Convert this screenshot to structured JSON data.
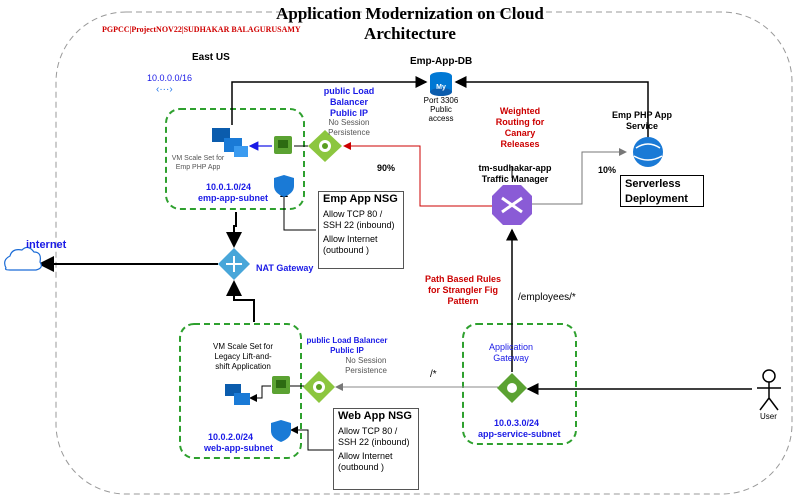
{
  "title": "Application Modernization on Cloud Architecture",
  "author": "PGPCC|ProjectNOV22|SUDHAKAR BALAGURUSAMY",
  "region": "East US",
  "vnet": "10.0.0.0/16",
  "database": {
    "name": "Emp-App-DB",
    "port_note": "Port 3306 Public access"
  },
  "emp_lb": {
    "title": "public Load Balancer Public IP",
    "note": "No Session Persistence"
  },
  "emp_vmss": {
    "label": "VM Scale Set for Emp PHP App"
  },
  "emp_subnet": {
    "cidr": "10.0.1.0/24",
    "name": "emp-app-subnet"
  },
  "emp_nsg": {
    "title": "Emp App NSG",
    "rule1": "Allow TCP 80 / SSH 22 (inbound)",
    "rule2": "Allow Internet (outbound )"
  },
  "traffic_manager": {
    "name": "tm-sudhakar-app Traffic Manager",
    "routing": "Weighted Routing for Canary Releases",
    "weight_vm": "90%",
    "weight_app": "10%"
  },
  "app_service": {
    "name": "Emp PHP App Service",
    "serverless": "Serverless Deployment"
  },
  "internet": "internet",
  "nat": "NAT Gateway",
  "path_rules": {
    "text": "Path Based Rules for Strangler Fig Pattern",
    "employees_path": "/employees/*",
    "default_path": "/*"
  },
  "app_gateway": {
    "name": "Application Gateway",
    "cidr": "10.0.3.0/24",
    "subnet": "app-service-subnet"
  },
  "web_lb": {
    "title": "public Load Balancer Public IP",
    "note": "No Session Persistence"
  },
  "web_vmss": {
    "label": "VM Scale Set for Legacy Lift-and-shift Application"
  },
  "web_subnet": {
    "cidr": "10.0.2.0/24",
    "name": "web-app-subnet"
  },
  "web_nsg": {
    "title": "Web App NSG",
    "rule1": "Allow TCP 80 / SSH 22 (inbound)",
    "rule2": "Allow Internet (outbound )"
  },
  "user": "User",
  "colors": {
    "accent_blue": "#1a1ae6",
    "red": "#cc0000",
    "green_dash": "#2ea02e",
    "azure": "#0078d4"
  }
}
